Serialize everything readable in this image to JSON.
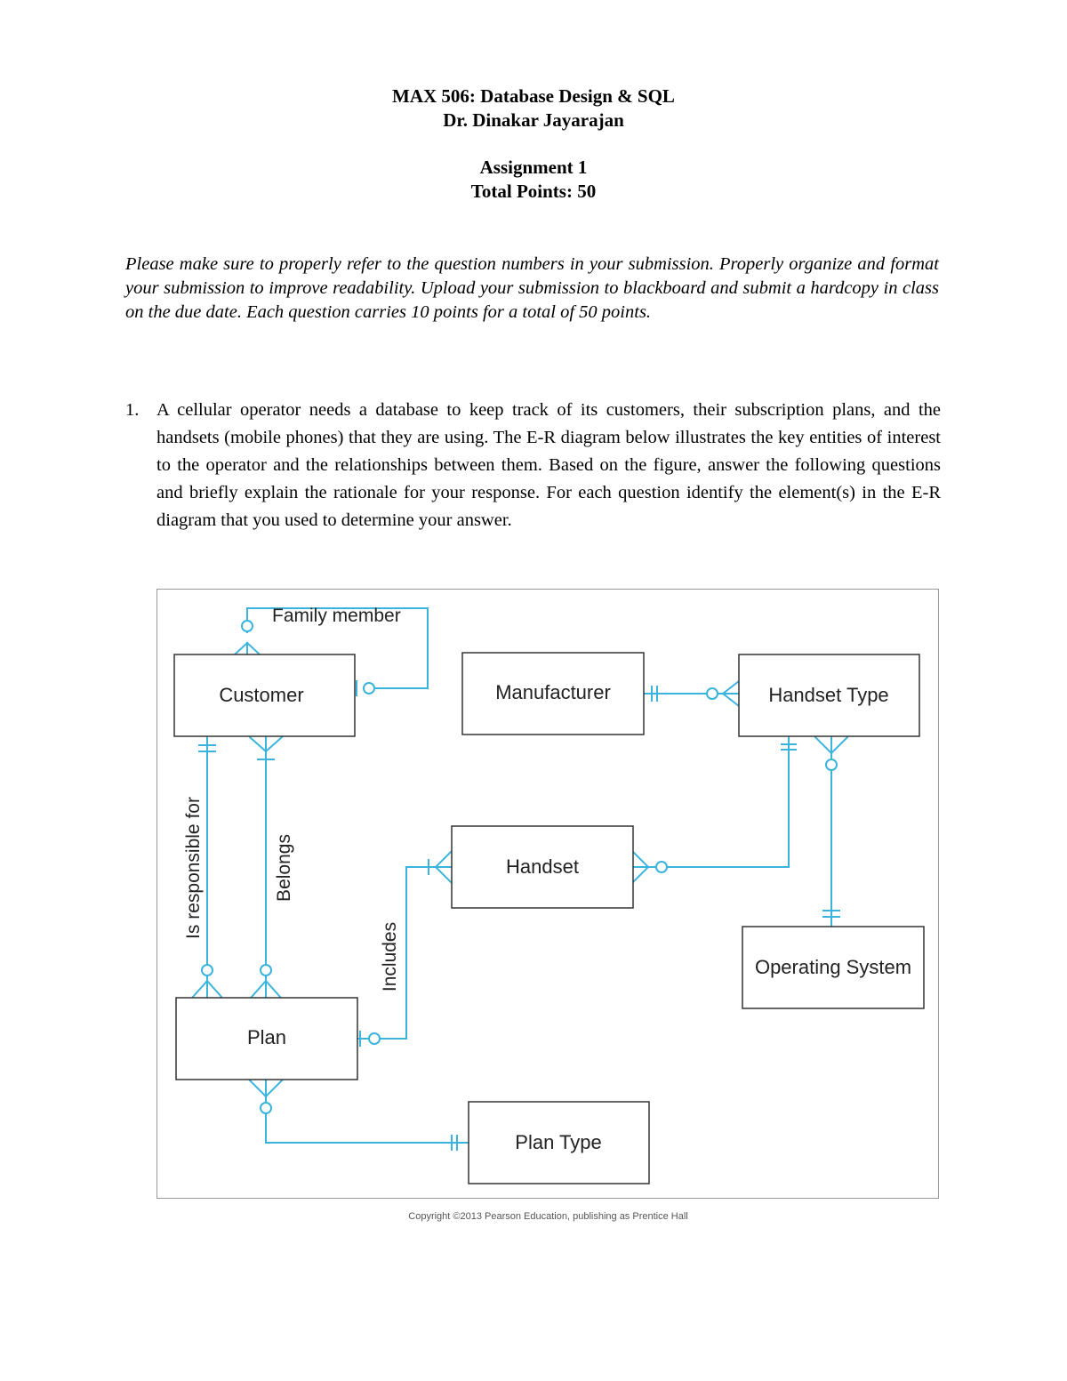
{
  "header": {
    "course": "MAX 506: Database Design & SQL",
    "instructor": "Dr. Dinakar Jayarajan",
    "assignment": "Assignment 1",
    "points": "Total Points: 50"
  },
  "instructions": "Please make sure to properly refer to the question numbers in your submission. Properly organize and format your submission to improve readability. Upload your submission to blackboard and submit a hardcopy in class on the due date. Each question carries 10 points for a total of 50 points.",
  "question1": {
    "number": "1.",
    "text": "A cellular operator needs a database to keep track of its customers, their subscription plans, and the handsets (mobile phones) that they are using. The E-R diagram below illustrates the key entities of interest to the operator and the relationships between them. Based on the figure, answer the following questions and briefly explain the rationale for your response. For each question identify the element(s) in the E-R diagram that you used to determine your answer."
  },
  "diagram": {
    "line_color": "#3ab4dc",
    "entities": {
      "customer": "Customer",
      "manufacturer": "Manufacturer",
      "handset_type": "Handset Type",
      "handset": "Handset",
      "operating_system": "Operating System",
      "plan": "Plan",
      "plan_type": "Plan Type"
    },
    "relationships": {
      "family_member": "Family member",
      "is_responsible_for": "Is responsible for",
      "belongs": "Belongs",
      "includes": "Includes"
    },
    "copyright": "Copyright ©2013 Pearson Education, publishing as Prentice Hall"
  }
}
